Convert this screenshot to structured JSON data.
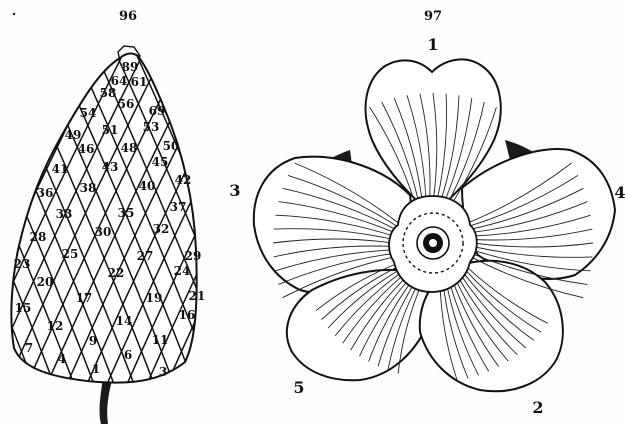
{
  "figures": {
    "cone": {
      "label": "96"
    },
    "flower": {
      "label": "97"
    }
  },
  "cone_scale_numbers": [
    "89",
    "64",
    "61",
    "69",
    "56",
    "53",
    "58",
    "54",
    "51",
    "48",
    "50",
    "49",
    "46",
    "43",
    "45",
    "41",
    "38",
    "40",
    "42",
    "36",
    "33",
    "35",
    "37",
    "28",
    "30",
    "32",
    "25",
    "27",
    "29",
    "23",
    "20",
    "22",
    "24",
    "17",
    "19",
    "21",
    "15",
    "12",
    "14",
    "16",
    "9",
    "11",
    "7",
    "4",
    "6",
    "1",
    "3"
  ],
  "petal_numbers": [
    "1",
    "2",
    "3",
    "4",
    "5"
  ],
  "colors": {
    "ink": "#111111",
    "paper": "#fdfdfb"
  }
}
